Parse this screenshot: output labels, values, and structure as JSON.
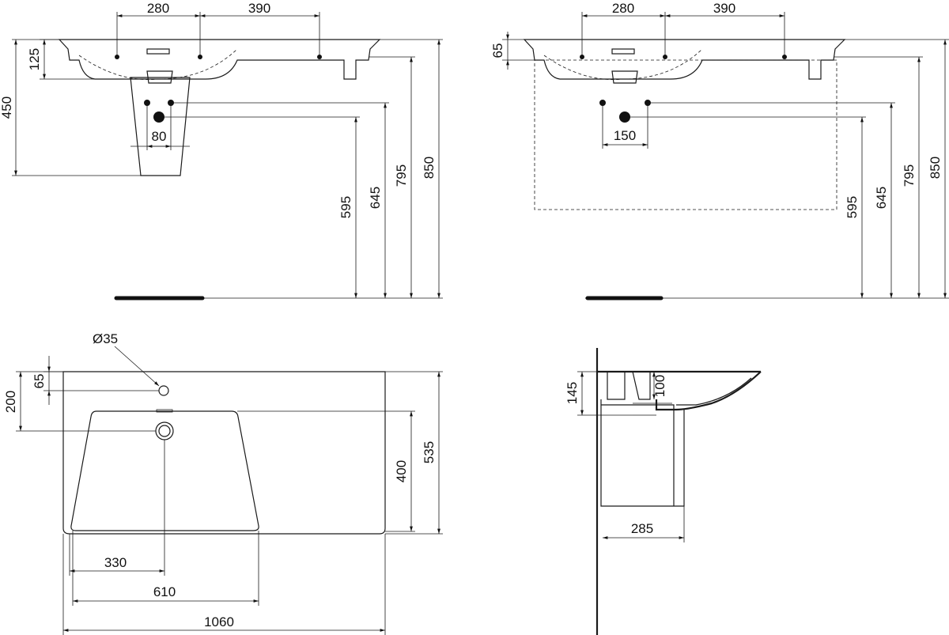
{
  "drawing": {
    "front_view_pedestal": {
      "dims": {
        "tap_spacing_left": "280",
        "tap_spacing_right": "390",
        "bowl_depth": "125",
        "pedestal_height": "450",
        "pipe_spacing": "80",
        "waste_height": "595",
        "supply_height": "645",
        "rim_underside": "795",
        "rim_height": "850"
      }
    },
    "front_view_wall": {
      "dims": {
        "tap_spacing_left": "280",
        "tap_spacing_right": "390",
        "rim_thickness": "65",
        "pipe_spacing": "150",
        "waste_height": "595",
        "supply_height": "645",
        "rim_underside": "795",
        "rim_height": "850"
      }
    },
    "plan_view": {
      "dims": {
        "tap_hole_diameter": "Ø35",
        "tap_hole_offset": "65",
        "waste_offset": "200",
        "bowl_length": "400",
        "overall_depth": "535",
        "waste_from_left": "330",
        "bowl_width": "610",
        "overall_width": "1060"
      }
    },
    "side_view": {
      "dims": {
        "rim_to_trap": "145",
        "bowl_depth": "100",
        "projection": "285"
      }
    }
  }
}
